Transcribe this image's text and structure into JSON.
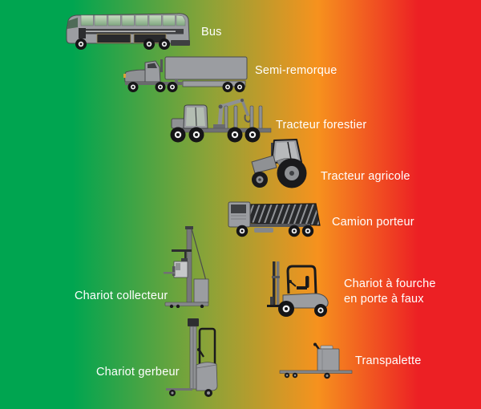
{
  "figure": {
    "description": "Vehicle categories displayed over a green-to-red gradient background"
  },
  "palette": {
    "gradient_green": "#00A550",
    "gradient_olive": "#8AA338",
    "gradient_orange": "#F6921E",
    "gradient_red": "#EC2024",
    "vehicle_gray": "#9B9DA1",
    "label_text": "#FFFFFF"
  },
  "vehicles": [
    {
      "id": "bus",
      "label": "Bus"
    },
    {
      "id": "semi-remorque",
      "label": "Semi-remorque"
    },
    {
      "id": "tracteur-forestier",
      "label": "Tracteur forestier"
    },
    {
      "id": "tracteur-agricole",
      "label": "Tracteur agricole"
    },
    {
      "id": "camion-porteur",
      "label": "Camion porteur"
    },
    {
      "id": "chariot-collecteur",
      "label": "Chariot collecteur"
    },
    {
      "id": "chariot-a-fourche-en-porte-a-faux",
      "label": "Chariot à fourche en porte à faux",
      "label_lines": [
        "Chariot à fourche",
        "en porte à faux"
      ]
    },
    {
      "id": "chariot-gerbeur",
      "label": "Chariot gerbeur"
    },
    {
      "id": "transpalette",
      "label": "Transpalette"
    }
  ]
}
